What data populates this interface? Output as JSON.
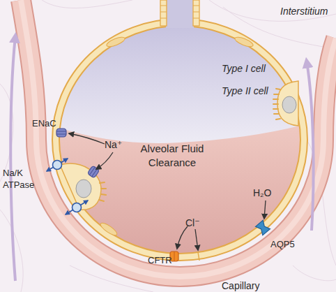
{
  "diagram": {
    "nodes": [
      {
        "text": [
          "Alveolar Fluid Clearance"
        ]
      },
      {
        "text": [
          "Capillary"
        ]
      }
    ],
    "labels": [
      "Interstitium",
      "Type I cell",
      "Type II cell",
      "ENaC",
      "Na⁺",
      "Na/K ATPase",
      "Cl⁻",
      "H₂O",
      "AQP5",
      "CFTR"
    ]
  }
}
